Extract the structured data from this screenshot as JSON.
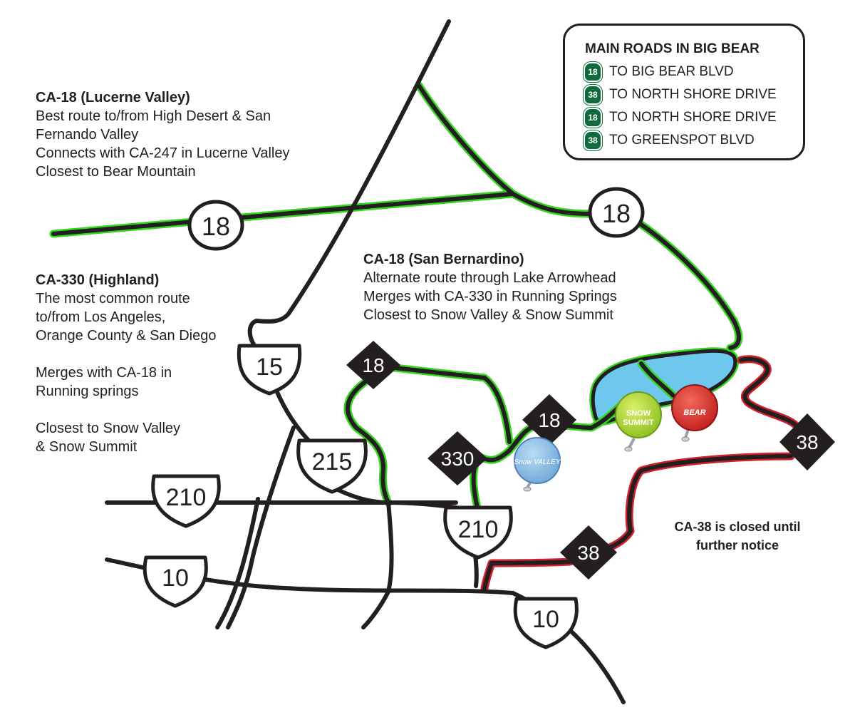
{
  "colors": {
    "road": "#231f20",
    "open_route_glow": "#35d41e",
    "closed_route_glow": "#d0202a",
    "lake": "#6ec8ee",
    "shield_green": "#0f6b3d"
  },
  "legend": {
    "title": "MAIN ROADS IN BIG BEAR",
    "items": [
      {
        "route": "18",
        "text": "TO BIG BEAR BLVD"
      },
      {
        "route": "38",
        "text": "TO NORTH SHORE DRIVE"
      },
      {
        "route": "18",
        "text": "TO NORTH SHORE DRIVE"
      },
      {
        "route": "38",
        "text": "TO GREENSPOT BLVD"
      }
    ]
  },
  "notes": {
    "lucerne": {
      "title": "CA-18 (Lucerne Valley)",
      "lines": [
        "Best route to/from High Desert & San",
        "Fernando Valley",
        "Connects with CA-247 in Lucerne Valley",
        "Closest to Bear Mountain"
      ]
    },
    "highland": {
      "title": "CA-330 (Highland)",
      "lines": [
        "The most common route",
        "to/from Los Angeles,",
        "Orange County & San Diego",
        "",
        "Merges with CA-18 in",
        "Running springs",
        "",
        "Closest to Snow Valley",
        "& Snow Summit"
      ]
    },
    "sanbernardino": {
      "title": "CA-18 (San Bernardino)",
      "lines": [
        "Alternate route through Lake Arrowhead",
        "Merges with CA-330 in Running Springs",
        "Closest to Snow Valley & Snow Summit"
      ]
    },
    "closed": {
      "lines": [
        "CA-38 is closed until",
        "further notice"
      ]
    }
  },
  "route_labels": {
    "r18_west": "18",
    "r18_north": "18",
    "i15": "15",
    "i215": "215",
    "i210_west": "210",
    "i210_east": "210",
    "i10_west": "10",
    "i10_east": "10",
    "r18_sb": "18",
    "r18_mid": "18",
    "r330": "330",
    "r38_east": "38",
    "r38_south": "38"
  },
  "resorts": {
    "snow_valley": "Snow VALLEY",
    "snow_summit_a": "SNOW",
    "snow_summit_b": "SUMMIT",
    "bear": "BEAR"
  }
}
